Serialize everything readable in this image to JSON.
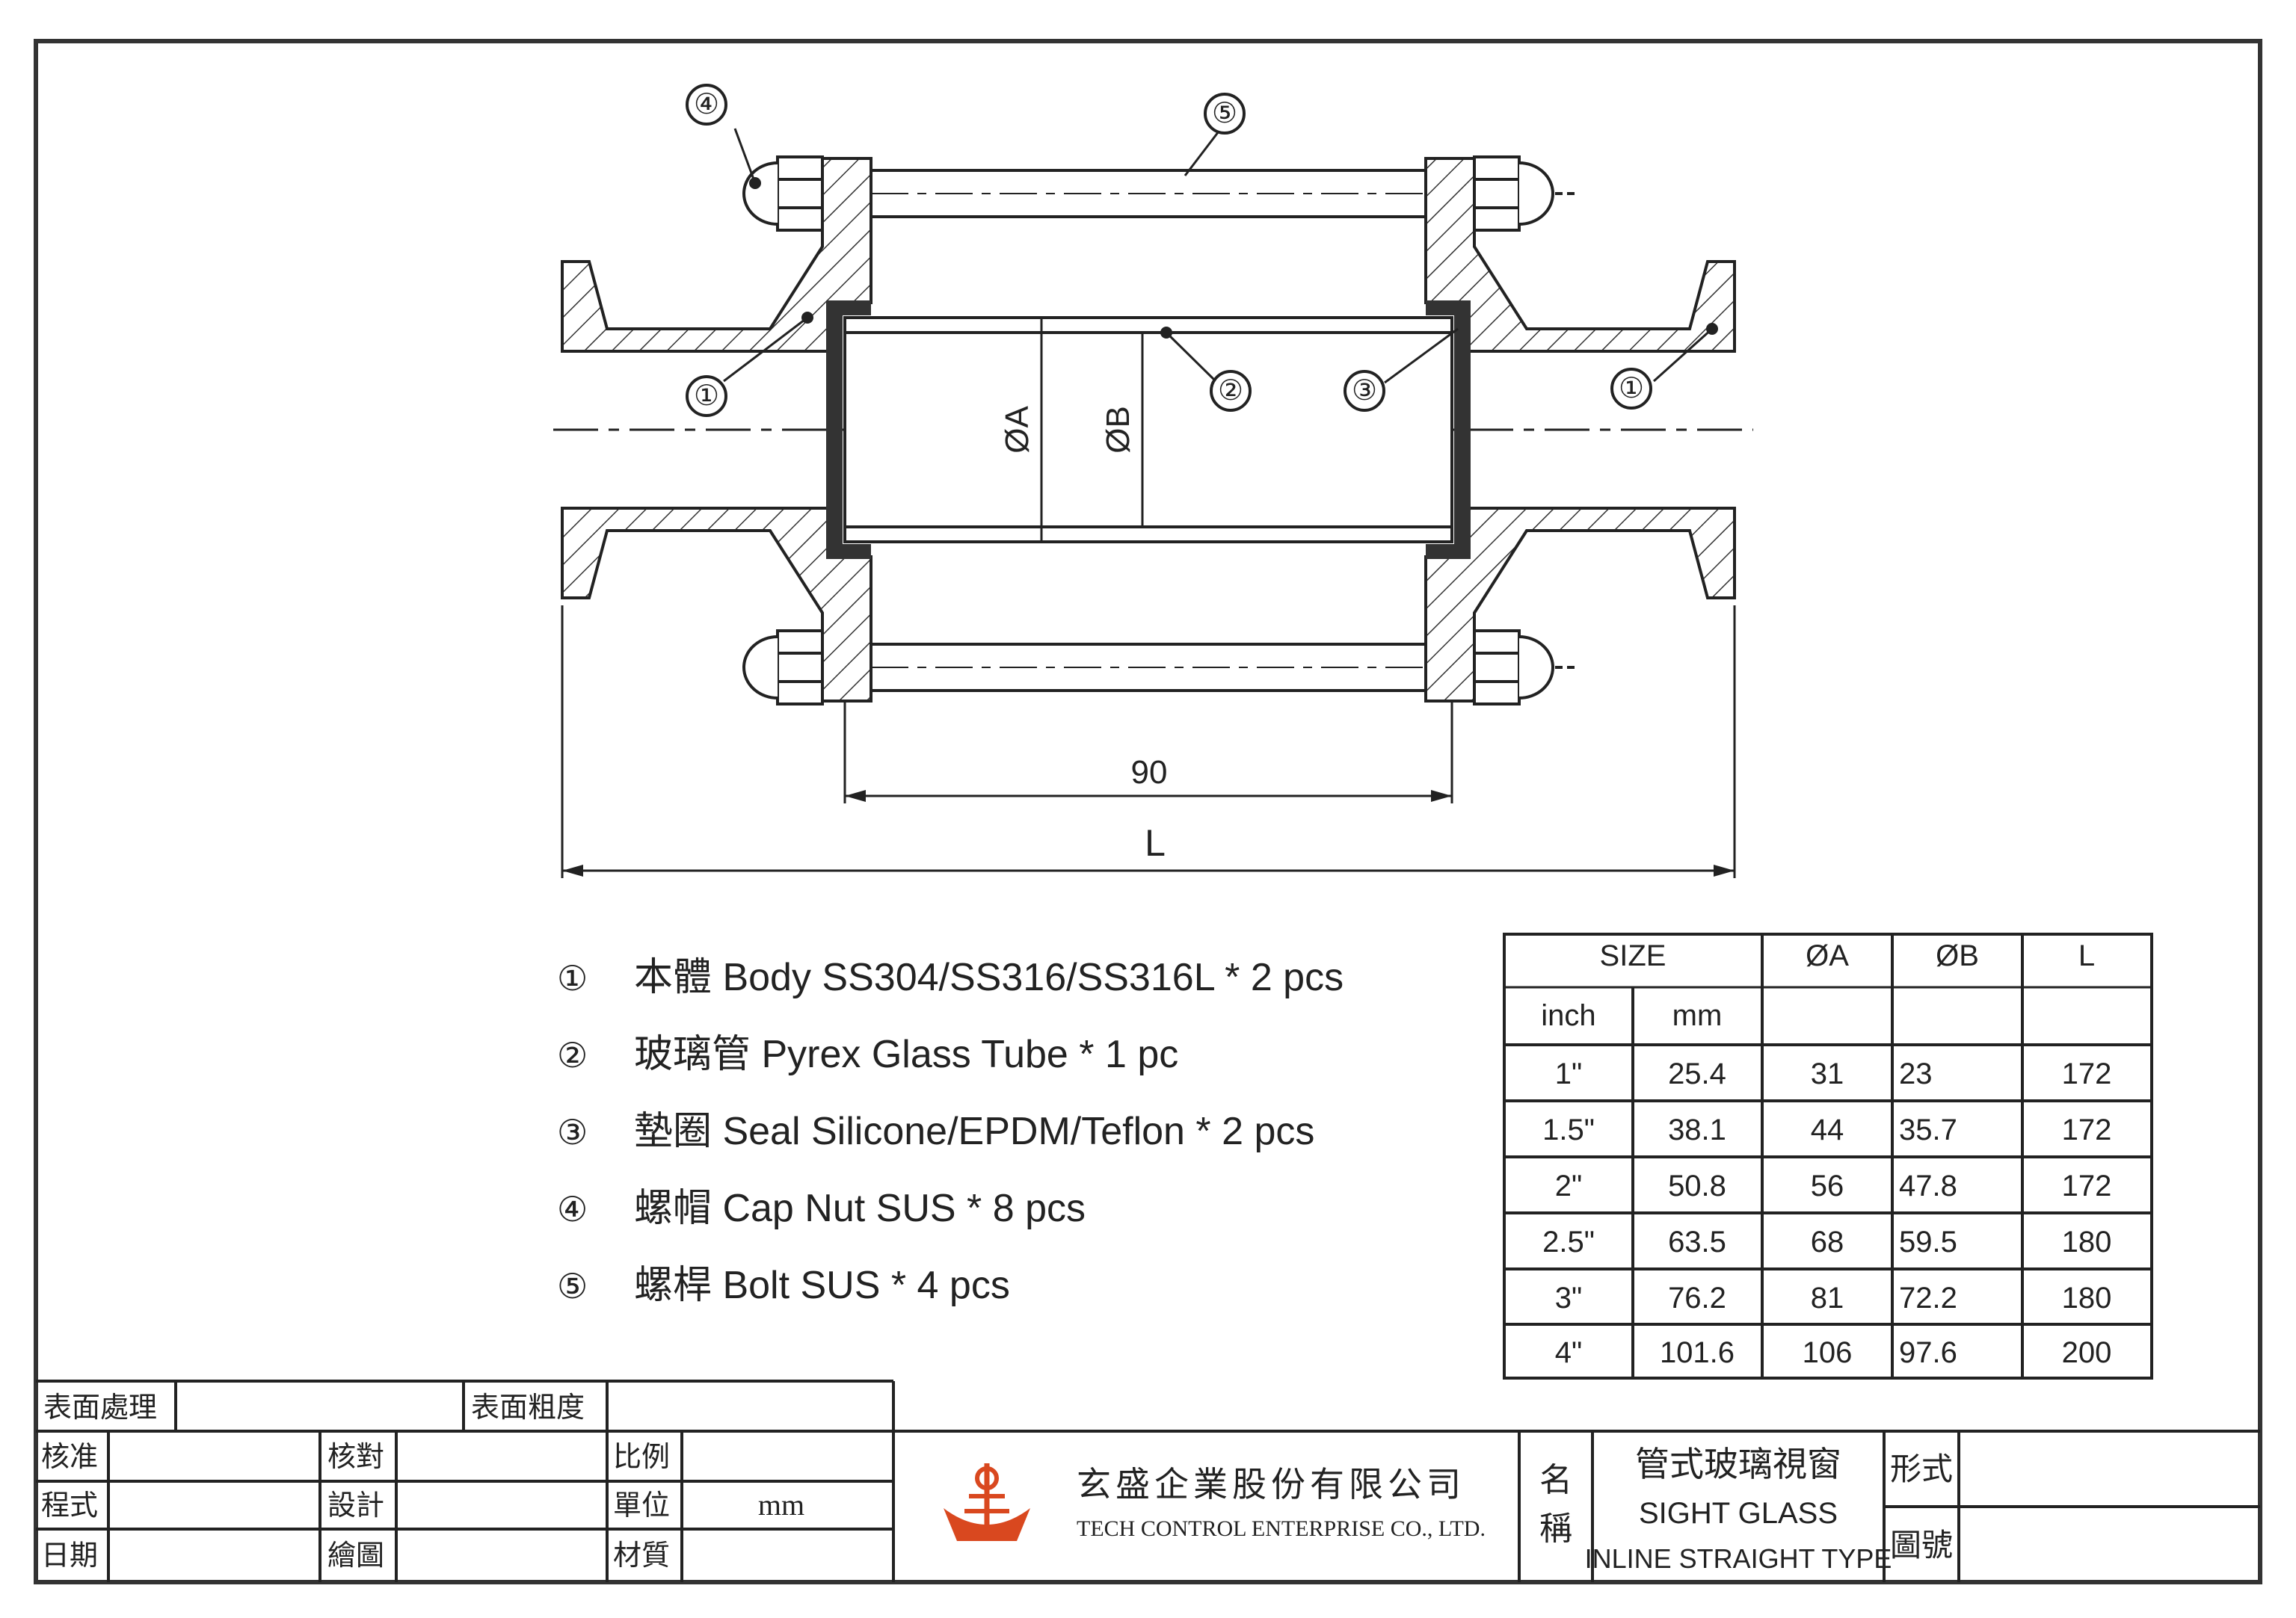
{
  "callouts": [
    "①",
    "②",
    "③",
    "④",
    "⑤"
  ],
  "dimensions": {
    "dia_a": "ØA",
    "dia_b": "ØB",
    "length_90": "90",
    "length_l": "L"
  },
  "parts": [
    {
      "num": "①",
      "text": "本體 Body  SS304/SS316/SS316L  * 2 pcs"
    },
    {
      "num": "②",
      "text": "玻璃管 Pyrex Glass Tube  * 1 pc"
    },
    {
      "num": "③",
      "text": "墊圈 Seal  Silicone/EPDM/Teflon * 2 pcs"
    },
    {
      "num": "④",
      "text": "螺帽 Cap Nut  SUS  * 8 pcs"
    },
    {
      "num": "⑤",
      "text": "螺桿 Bolt  SUS * 4 pcs"
    }
  ],
  "size_table": {
    "headers": {
      "size": "SIZE",
      "dia_a": "ØA",
      "dia_b": "ØB",
      "l": "L",
      "inch": "inch",
      "mm": "mm"
    },
    "rows": [
      {
        "inch": "1\"",
        "mm": "25.4",
        "dia_a": "31",
        "dia_b": "23",
        "l": "172"
      },
      {
        "inch": "1.5\"",
        "mm": "38.1",
        "dia_a": "44",
        "dia_b": "35.7",
        "l": "172"
      },
      {
        "inch": "2\"",
        "mm": "50.8",
        "dia_a": "56",
        "dia_b": "47.8",
        "l": "172"
      },
      {
        "inch": "2.5\"",
        "mm": "63.5",
        "dia_a": "68",
        "dia_b": "59.5",
        "l": "180"
      },
      {
        "inch": "3\"",
        "mm": "76.2",
        "dia_a": "81",
        "dia_b": "72.2",
        "l": "180"
      },
      {
        "inch": "4\"",
        "mm": "101.6",
        "dia_a": "106",
        "dia_b": "97.6",
        "l": "200"
      }
    ]
  },
  "title_block": {
    "surface_treatment": "表面處理",
    "surface_roughness": "表面粗度",
    "approve": "核准",
    "check": "核對",
    "scale": "比例",
    "process": "程式",
    "design": "設計",
    "unit": "單位",
    "unit_value": "mm",
    "date": "日期",
    "draw": "繪圖",
    "material": "材質",
    "company_cn": "玄盛企業股份有限公司",
    "company_en": "TECH CONTROL ENTERPRISE CO., LTD.",
    "name_label_1": "名",
    "name_label_2": "稱",
    "product_cn": "管式玻璃視窗",
    "product_en": "SIGHT GLASS",
    "product_type": "INLINE STRAIGHT TYPE",
    "form": "形式",
    "drawing_no": "圖號"
  },
  "colors": {
    "line": "#222222",
    "logo": "#d9481f",
    "seal": "#333333"
  }
}
